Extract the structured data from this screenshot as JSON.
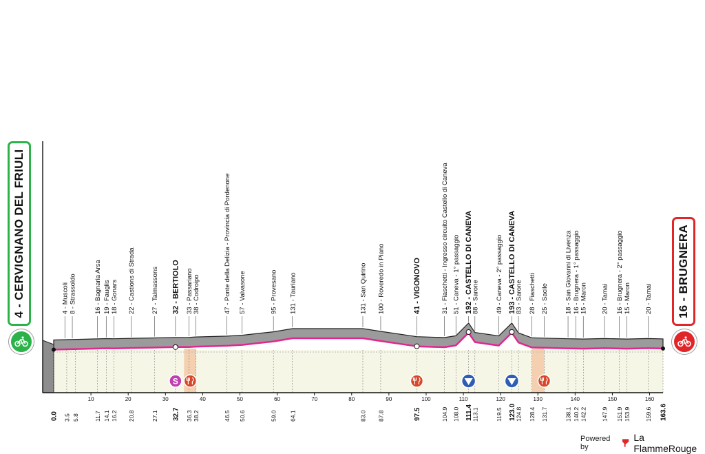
{
  "start": {
    "label": "4 - CERVIGNANO DEL FRIULI"
  },
  "finish": {
    "label": "16 - BRUGNERA"
  },
  "footer": {
    "powered_by": "Powered by",
    "brand": "La FlammeRouge"
  },
  "colors": {
    "route_line": "#e2268f",
    "profile_fill": "#9b9b9b",
    "start": "#2bb34a",
    "finish": "#e1262a",
    "base_band": "#f6f6e6",
    "climb_highlight": "#f3c8a6"
  },
  "chart_data": {
    "type": "area",
    "title": "",
    "xlabel": "",
    "ylabel": "",
    "x_ticks": [
      10,
      20,
      30,
      40,
      50,
      60,
      70,
      80,
      90,
      100,
      110,
      120,
      130,
      140,
      150,
      160
    ],
    "xlim": [
      0,
      163.6
    ],
    "profile": [
      {
        "km": 0.0,
        "alt": 4
      },
      {
        "km": 3.5,
        "alt": 8
      },
      {
        "km": 11.7,
        "alt": 16
      },
      {
        "km": 14.1,
        "alt": 19
      },
      {
        "km": 16.2,
        "alt": 18
      },
      {
        "km": 20.8,
        "alt": 22
      },
      {
        "km": 27.1,
        "alt": 27
      },
      {
        "km": 32.7,
        "alt": 32
      },
      {
        "km": 36.3,
        "alt": 33
      },
      {
        "km": 38.2,
        "alt": 38
      },
      {
        "km": 46.5,
        "alt": 47
      },
      {
        "km": 50.6,
        "alt": 57
      },
      {
        "km": 59.0,
        "alt": 95
      },
      {
        "km": 64.1,
        "alt": 131
      },
      {
        "km": 83.0,
        "alt": 131
      },
      {
        "km": 87.8,
        "alt": 100
      },
      {
        "km": 97.5,
        "alt": 41
      },
      {
        "km": 104.9,
        "alt": 31
      },
      {
        "km": 108.0,
        "alt": 51
      },
      {
        "km": 111.4,
        "alt": 192
      },
      {
        "km": 113.1,
        "alt": 88
      },
      {
        "km": 119.5,
        "alt": 49
      },
      {
        "km": 123.0,
        "alt": 193
      },
      {
        "km": 124.8,
        "alt": 83
      },
      {
        "km": 128.4,
        "alt": 28
      },
      {
        "km": 131.7,
        "alt": 25
      },
      {
        "km": 138.1,
        "alt": 18
      },
      {
        "km": 140.2,
        "alt": 16
      },
      {
        "km": 142.2,
        "alt": 15
      },
      {
        "km": 147.9,
        "alt": 20
      },
      {
        "km": 151.9,
        "alt": 16
      },
      {
        "km": 153.9,
        "alt": 15
      },
      {
        "km": 159.6,
        "alt": 20
      },
      {
        "km": 163.6,
        "alt": 16
      }
    ],
    "places": [
      {
        "km": 3.0,
        "text": "4 - Muscoli",
        "bold": false
      },
      {
        "km": 5.0,
        "text": "8 - Strassoldo",
        "bold": false
      },
      {
        "km": 11.7,
        "text": "16 - Bagnaria Arsa",
        "bold": false
      },
      {
        "km": 14.1,
        "text": "19 - Fauglis",
        "bold": false
      },
      {
        "km": 16.2,
        "text": "18 - Gonars",
        "bold": false
      },
      {
        "km": 20.8,
        "text": "22 - Castions di Strada",
        "bold": false
      },
      {
        "km": 27.1,
        "text": "27 - Talmassons",
        "bold": false
      },
      {
        "km": 32.7,
        "text": "32 - BERTIOLO",
        "bold": true
      },
      {
        "km": 36.3,
        "text": "33 - Passariano",
        "bold": false
      },
      {
        "km": 38.2,
        "text": "38 - Codroipo",
        "bold": false
      },
      {
        "km": 46.5,
        "text": "47 - Ponte della Delizia - Provincia di Pordenone",
        "bold": false
      },
      {
        "km": 50.6,
        "text": "57 - Valvasone",
        "bold": false
      },
      {
        "km": 59.0,
        "text": "95 - Provesano",
        "bold": false
      },
      {
        "km": 64.1,
        "text": "131 - Tauriano",
        "bold": false
      },
      {
        "km": 83.0,
        "text": "131 - San Quirino",
        "bold": false
      },
      {
        "km": 87.8,
        "text": "100 - Roveredo in Piano",
        "bold": false
      },
      {
        "km": 97.5,
        "text": "41 - VIGONOVO",
        "bold": true
      },
      {
        "km": 104.9,
        "text": "31 - Fiaschetti - Ingresso circuito Castello di Caneva",
        "bold": false
      },
      {
        "km": 108.0,
        "text": "51 - Caneva - 1° passaggio",
        "bold": false
      },
      {
        "km": 111.4,
        "text": "192 - CASTELLO DI CANEVA",
        "bold": true
      },
      {
        "km": 113.1,
        "text": "88 - Sarone",
        "bold": false
      },
      {
        "km": 119.5,
        "text": "49 - Caneva - 2° passaggio",
        "bold": false
      },
      {
        "km": 123.0,
        "text": "193 - CASTELLO DI CANEVA",
        "bold": true
      },
      {
        "km": 124.8,
        "text": "83 - Sarone",
        "bold": false
      },
      {
        "km": 128.4,
        "text": "28 - Fiaschetti",
        "bold": false
      },
      {
        "km": 131.7,
        "text": "25 - Sacile",
        "bold": false
      },
      {
        "km": 138.1,
        "text": "18 - San Giovanni di Livenza",
        "bold": false
      },
      {
        "km": 140.2,
        "text": "16 - Brugnera - 1° passaggio",
        "bold": false
      },
      {
        "km": 142.2,
        "text": "15 - Maron",
        "bold": false
      },
      {
        "km": 147.9,
        "text": "20 - Tamai",
        "bold": false
      },
      {
        "km": 151.9,
        "text": "16 - Brugnera - 2° passaggio",
        "bold": false
      },
      {
        "km": 153.9,
        "text": "15 - Maron",
        "bold": false
      },
      {
        "km": 159.6,
        "text": "20 - Tamai",
        "bold": false
      }
    ],
    "km_marks": [
      {
        "km": 0.0,
        "text": "0.0",
        "bold": true
      },
      {
        "km": 3.5,
        "text": "3.5",
        "bold": false
      },
      {
        "km": 5.8,
        "text": "5.8",
        "bold": false
      },
      {
        "km": 11.7,
        "text": "11.7",
        "bold": false
      },
      {
        "km": 14.1,
        "text": "14.1",
        "bold": false
      },
      {
        "km": 16.2,
        "text": "16.2",
        "bold": false
      },
      {
        "km": 20.8,
        "text": "20.8",
        "bold": false
      },
      {
        "km": 27.1,
        "text": "27.1",
        "bold": false
      },
      {
        "km": 32.7,
        "text": "32.7",
        "bold": true
      },
      {
        "km": 36.3,
        "text": "36.3",
        "bold": false
      },
      {
        "km": 38.2,
        "text": "38.2",
        "bold": false
      },
      {
        "km": 46.5,
        "text": "46.5",
        "bold": false
      },
      {
        "km": 50.6,
        "text": "50.6",
        "bold": false
      },
      {
        "km": 59.0,
        "text": "59.0",
        "bold": false
      },
      {
        "km": 64.1,
        "text": "64.1",
        "bold": false
      },
      {
        "km": 83.0,
        "text": "83.0",
        "bold": false
      },
      {
        "km": 87.8,
        "text": "87.8",
        "bold": false
      },
      {
        "km": 97.5,
        "text": "97.5",
        "bold": true
      },
      {
        "km": 104.9,
        "text": "104.9",
        "bold": false
      },
      {
        "km": 108.0,
        "text": "108.0",
        "bold": false
      },
      {
        "km": 111.4,
        "text": "111.4",
        "bold": true
      },
      {
        "km": 113.1,
        "text": "113.1",
        "bold": false
      },
      {
        "km": 119.5,
        "text": "119.5",
        "bold": false
      },
      {
        "km": 123.0,
        "text": "123.0",
        "bold": true
      },
      {
        "km": 124.8,
        "text": "124.8",
        "bold": false
      },
      {
        "km": 128.4,
        "text": "128.4",
        "bold": false
      },
      {
        "km": 131.7,
        "text": "131.7",
        "bold": false
      },
      {
        "km": 138.1,
        "text": "138.1",
        "bold": false
      },
      {
        "km": 140.2,
        "text": "140.2",
        "bold": false
      },
      {
        "km": 142.2,
        "text": "142.2",
        "bold": false
      },
      {
        "km": 147.9,
        "text": "147.9",
        "bold": false
      },
      {
        "km": 151.9,
        "text": "151.9",
        "bold": false
      },
      {
        "km": 153.9,
        "text": "153.9",
        "bold": false
      },
      {
        "km": 159.6,
        "text": "159.6",
        "bold": false
      },
      {
        "km": 163.6,
        "text": "163.6",
        "bold": true
      }
    ],
    "markers": [
      {
        "km": 32.7,
        "type": "sprint",
        "text": "S"
      },
      {
        "km": 36.3,
        "type": "feed",
        "text": ""
      },
      {
        "km": 97.5,
        "type": "feed",
        "text": ""
      },
      {
        "km": 111.4,
        "type": "kom",
        "text": ""
      },
      {
        "km": 123.0,
        "type": "kom",
        "text": ""
      },
      {
        "km": 131.7,
        "type": "feed",
        "text": ""
      }
    ],
    "highlight_ranges": [
      [
        35.0,
        38.2
      ],
      [
        128.4,
        131.7
      ]
    ]
  }
}
